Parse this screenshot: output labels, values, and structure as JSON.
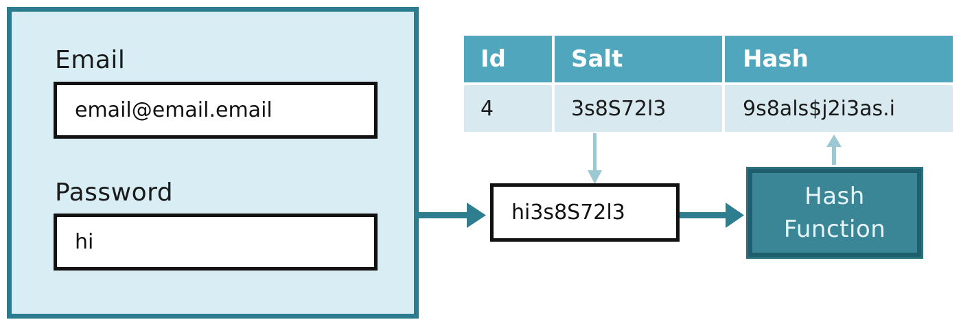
{
  "login_form": {
    "email_label": "Email",
    "email_value": "email@email.email",
    "password_label": "Password",
    "password_value": "hi"
  },
  "table": {
    "headers": [
      "Id",
      "Salt",
      "Hash"
    ],
    "row": [
      "4",
      "3s8S72l3",
      "9s8als$j2i3as.i"
    ]
  },
  "salted_password": "hi3s8S72l3",
  "hash_function": {
    "line1": "Hash",
    "line2": "Function"
  },
  "colors": {
    "panel_fill": "#d8eef4",
    "panel_border": "#2c7c8f",
    "table_header": "#4fa6bd",
    "table_row": "#d8eaf0",
    "arrow_dark": "#2f7e90",
    "arrow_light": "#9cc8d4",
    "hash_box": "#3a8696"
  }
}
